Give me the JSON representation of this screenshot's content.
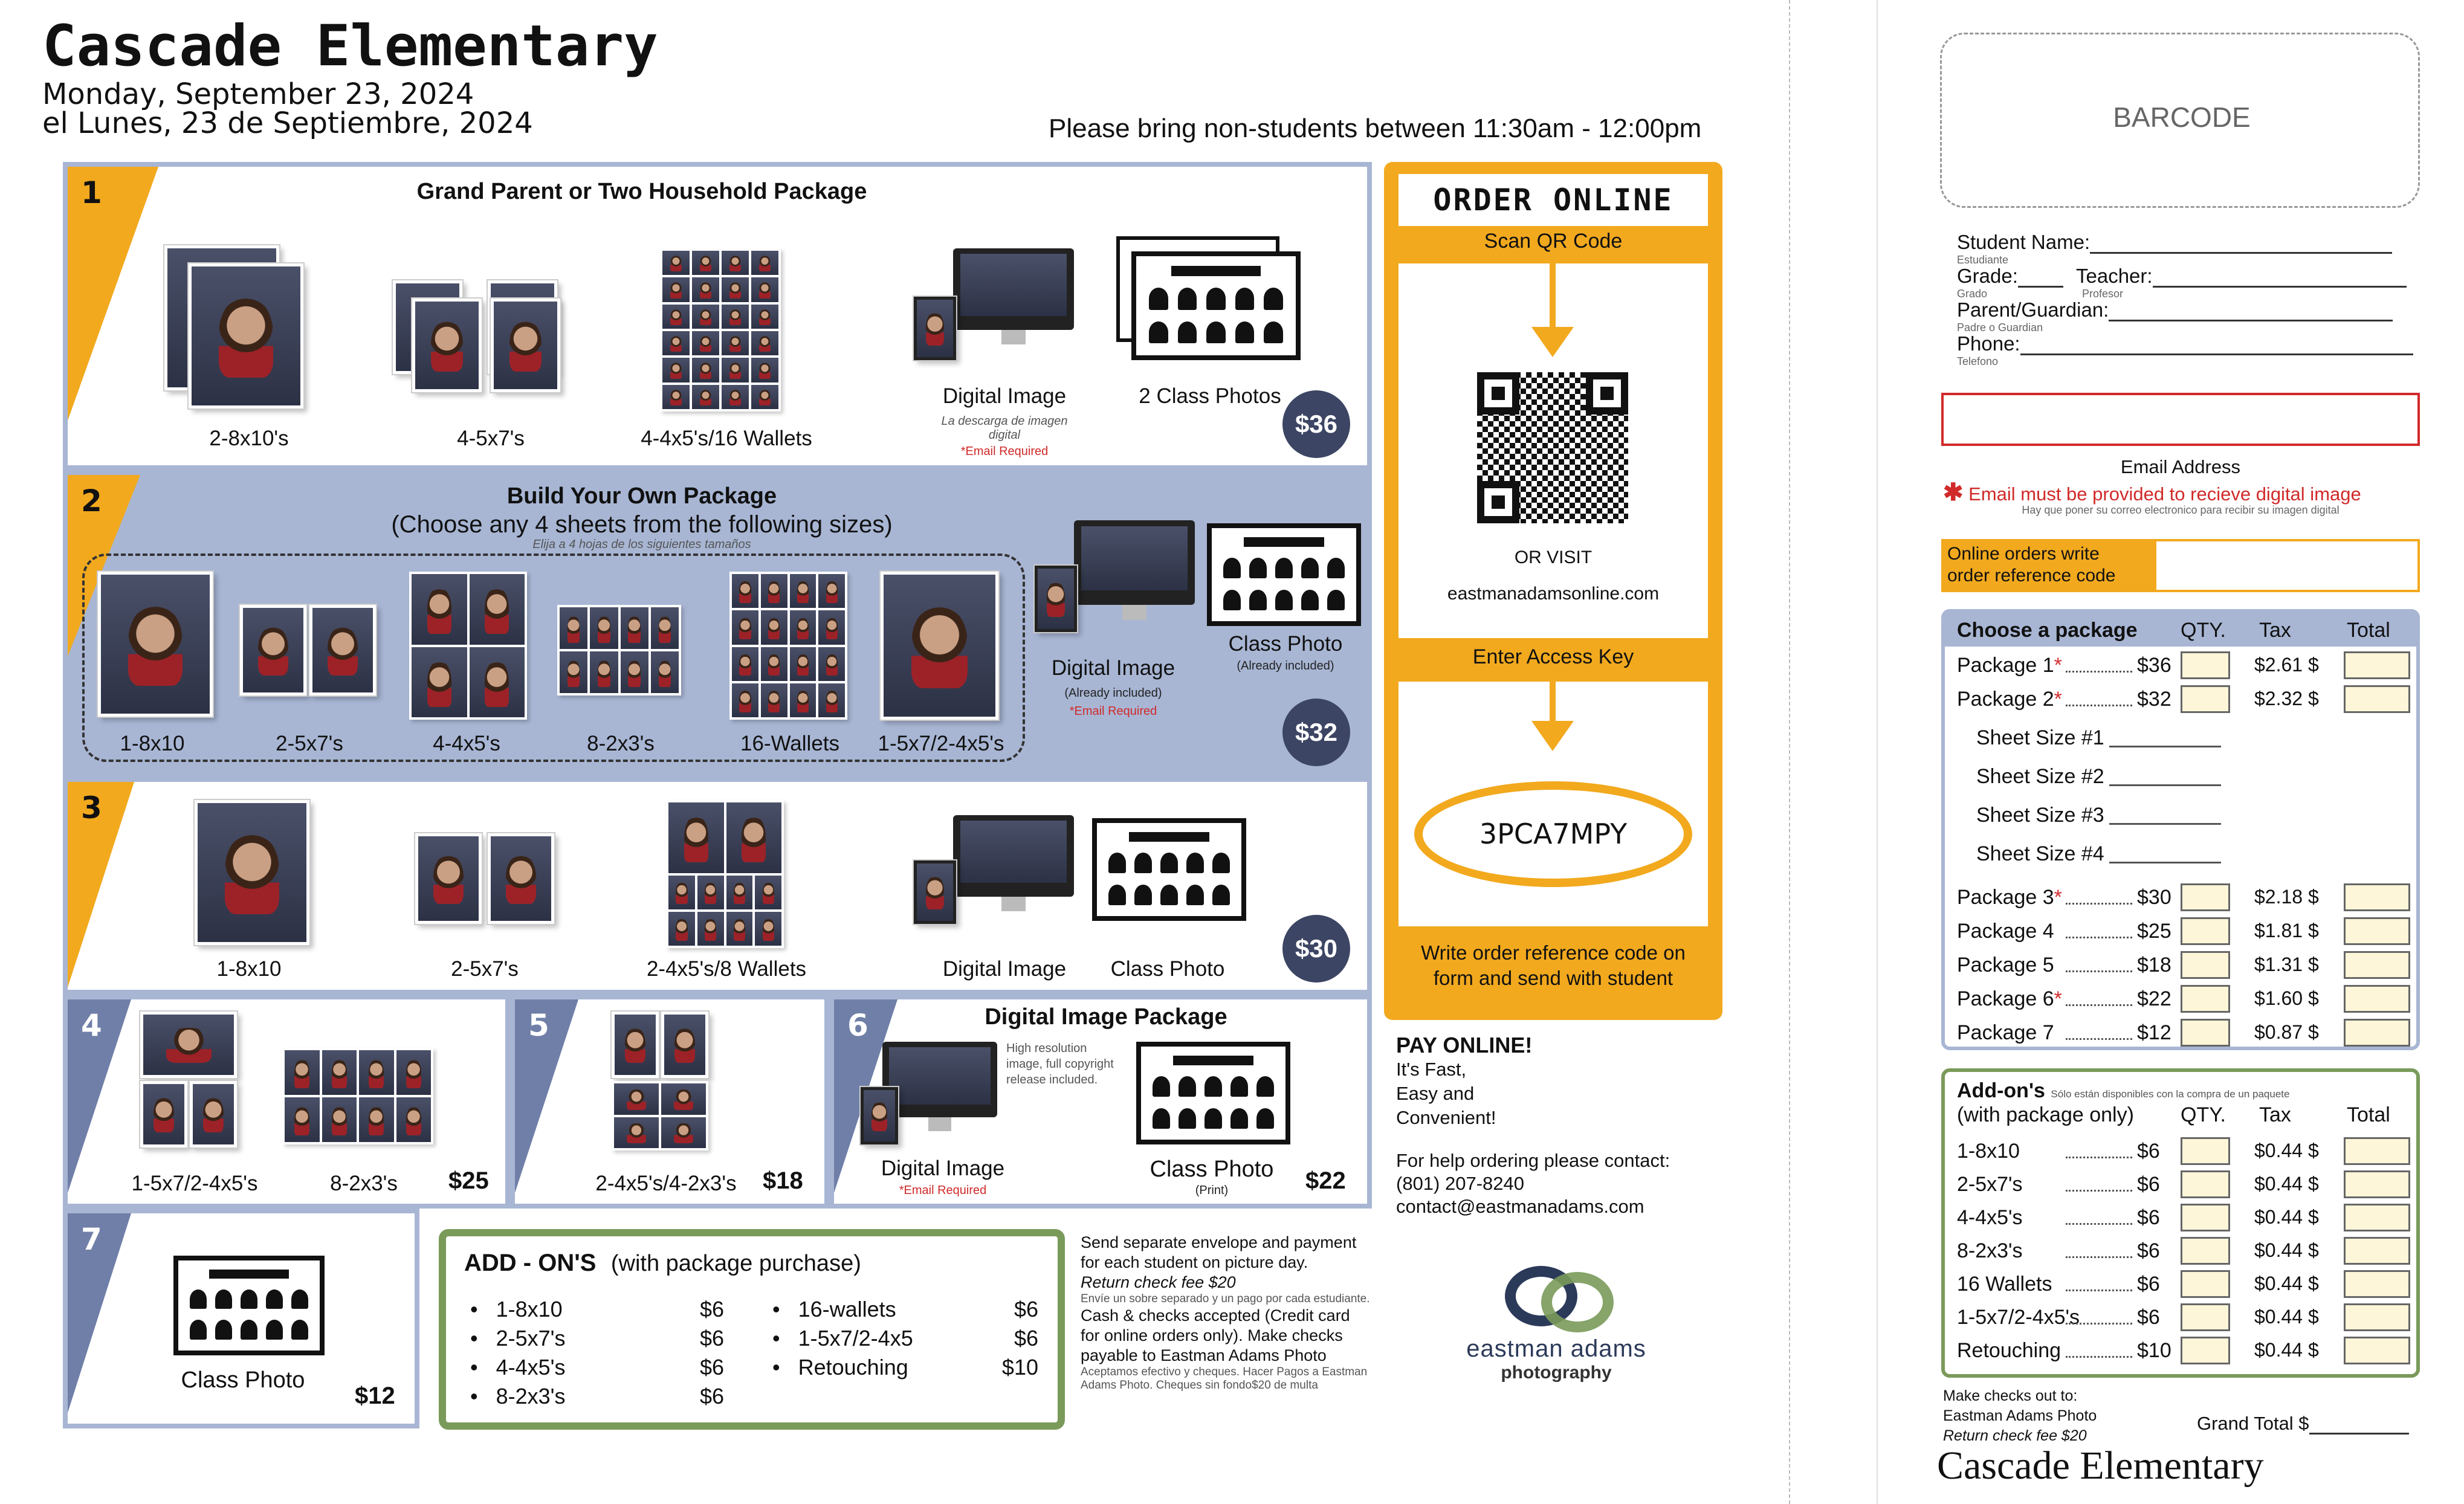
{
  "school_name": "Cascade Elementary",
  "date_en": "Monday, September 23, 2024",
  "date_es": "el Lunes, 23 de Septiembre,  2024",
  "non_students_note": "Please bring non-students between 11:30am - 12:00pm",
  "packages": {
    "p1": {
      "num": "1",
      "title": "Grand Parent or Two Household Package",
      "items": [
        "2-8x10's",
        "4-5x7's",
        "4-4x5's/16 Wallets",
        "Digital Image",
        "2 Class Photos"
      ],
      "digital_es": "La descarga de imagen digital",
      "email_req": "*Email Required",
      "price": "$36"
    },
    "p2": {
      "num": "2",
      "title": "Build Your Own Package",
      "subtitle": "(Choose any 4 sheets from the following sizes)",
      "subtitle_es": "Elija a 4 hojas de los siguientes tamaños",
      "items": [
        "1-8x10",
        "2-5x7's",
        "4-4x5's",
        "8-2x3's",
        "16-Wallets",
        "1-5x7/2-4x5's"
      ],
      "digital": "Digital Image",
      "digital_note": "(Already included)",
      "email_req": "*Email Required",
      "class": "Class Photo",
      "class_note": "(Already included)",
      "price": "$32"
    },
    "p3": {
      "num": "3",
      "items": [
        "1-8x10",
        "2-5x7's",
        "2-4x5's/8 Wallets",
        "Digital Image",
        "Class Photo"
      ],
      "price": "$30"
    },
    "p4": {
      "num": "4",
      "items": [
        "1-5x7/2-4x5's",
        "8-2x3's"
      ],
      "price": "$25"
    },
    "p5": {
      "num": "5",
      "items": [
        "2-4x5's/4-2x3's"
      ],
      "price": "$18"
    },
    "p6": {
      "num": "6",
      "title": "Digital Image Package",
      "note": "High resolution image, full copyright release included.",
      "digital": "Digital Image",
      "email_req": "*Email Required",
      "class": "Class Photo",
      "class_note": "(Print)",
      "price": "$22"
    },
    "p7": {
      "num": "7",
      "item": "Class Photo",
      "price": "$12"
    }
  },
  "addons_box": {
    "title": "ADD - ON'S",
    "title_note": "(with package purchase)",
    "left": [
      {
        "name": "1-8x10",
        "price": "$6"
      },
      {
        "name": "2-5x7's",
        "price": "$6"
      },
      {
        "name": "4-4x5's",
        "price": "$6"
      },
      {
        "name": "8-2x3's",
        "price": "$6"
      }
    ],
    "right": [
      {
        "name": "16-wallets",
        "price": "$6"
      },
      {
        "name": "1-5x7/2-4x5",
        "price": "$6"
      },
      {
        "name": "Retouching",
        "price": "$10"
      }
    ]
  },
  "payment_note": {
    "l1": "Send separate envelope and payment",
    "l2": "for each student on picture day.",
    "l3": "Return check fee $20",
    "es1": "Envíe un sobre separado y un pago por cada estudiante.",
    "l4": "Cash & checks accepted (Credit card",
    "l5": "for online orders only). Make checks",
    "l6": "payable to Eastman Adams Photo",
    "es2": "Aceptamos efectivo y cheques. Hacer Pagos a Eastman Adams Photo. Cheques sin fondo$20 de multa"
  },
  "order_online": {
    "title": "ORDER  ONLINE",
    "scan": "Scan QR Code",
    "or_visit": "OR VISIT",
    "url": "eastmanadamsonline.com",
    "enter_key": "Enter Access Key",
    "access_key": "3PCA7MPY",
    "write_ref1": "Write order reference code on",
    "write_ref2": "form and send with student"
  },
  "pay_online": {
    "title": "PAY ONLINE!",
    "l1": "It's Fast,",
    "l2": "Easy and",
    "l3": "Convenient!"
  },
  "help": {
    "l1": "For help ordering please contact:",
    "phone": "(801) 207-8240",
    "email": "contact@eastmanadams.com"
  },
  "logo": {
    "name": "eastman adams",
    "sub": "photography"
  },
  "form": {
    "barcode": "BARCODE",
    "student_name": "Student Name:",
    "student_es": "Estudiante",
    "grade": "Grade:",
    "grade_es": "Grado",
    "teacher": "Teacher:",
    "teacher_es": "Profesor",
    "parent": "Parent/Guardian:",
    "parent_es": "Padre o Guardian",
    "phone": "Phone:",
    "phone_es": "Telefono",
    "email_label": "Email Address",
    "email_warning": "Email must be provided to recieve digital image",
    "email_warning_es": "Hay que poner su correo electronico para recibir su imagen digital",
    "online_ref1": "Online  orders  write",
    "online_ref2": "order reference code",
    "pkg_header": {
      "choose": "Choose a package",
      "qty": "QTY.",
      "tax": "Tax",
      "total": "Total"
    },
    "pkgs": [
      {
        "name": "Package 1",
        "star": "*",
        "price": "$36",
        "tax": "$2.61 $"
      },
      {
        "name": "Package 2",
        "star": "*",
        "price": "$32",
        "tax": "$2.32 $"
      },
      {
        "name": "Package 3",
        "star": "*",
        "price": "$30",
        "tax": "$2.18 $"
      },
      {
        "name": "Package 4",
        "star": "",
        "price": "$25",
        "tax": "$1.81 $"
      },
      {
        "name": "Package 5",
        "star": "",
        "price": "$18",
        "tax": "$1.31 $"
      },
      {
        "name": "Package 6",
        "star": "*",
        "price": "$22",
        "tax": "$1.60 $"
      },
      {
        "name": "Package 7",
        "star": "",
        "price": "$12",
        "tax": "$0.87 $"
      }
    ],
    "sheets": [
      "Sheet Size #1",
      "Sheet Size #2",
      "Sheet Size #3",
      "Sheet Size #4"
    ],
    "addon_header": {
      "title": "Add-on's",
      "title_es": "Sólo están disponibles con la compra de un paquete",
      "sub": "(with package only)",
      "qty": "QTY.",
      "tax": "Tax",
      "total": "Total"
    },
    "addons": [
      {
        "name": "1-8x10",
        "price": "$6",
        "tax": "$0.44 $"
      },
      {
        "name": "2-5x7's",
        "price": "$6",
        "tax": "$0.44 $"
      },
      {
        "name": "4-4x5's",
        "price": "$6",
        "tax": "$0.44 $"
      },
      {
        "name": "8-2x3's",
        "price": "$6",
        "tax": "$0.44 $"
      },
      {
        "name": "16 Wallets",
        "price": "$6",
        "tax": "$0.44 $"
      },
      {
        "name": "1-5x7/2-4x5's",
        "price": "$6",
        "tax": "$0.44 $"
      },
      {
        "name": "Retouching",
        "price": "$10",
        "tax": "$0.44 $"
      }
    ],
    "checks1": "Make checks out to:",
    "checks2": "Eastman Adams Photo",
    "checks3": "Return check fee $20",
    "grand_total": "Grand Total $",
    "school_sig": "Cascade Elementary"
  },
  "colors": {
    "accent": "#f2a91e",
    "panel_border": "#a8b6d4",
    "price_bubble": "#3c4563",
    "green": "#7a9a5a",
    "red": "#d12a2a"
  }
}
